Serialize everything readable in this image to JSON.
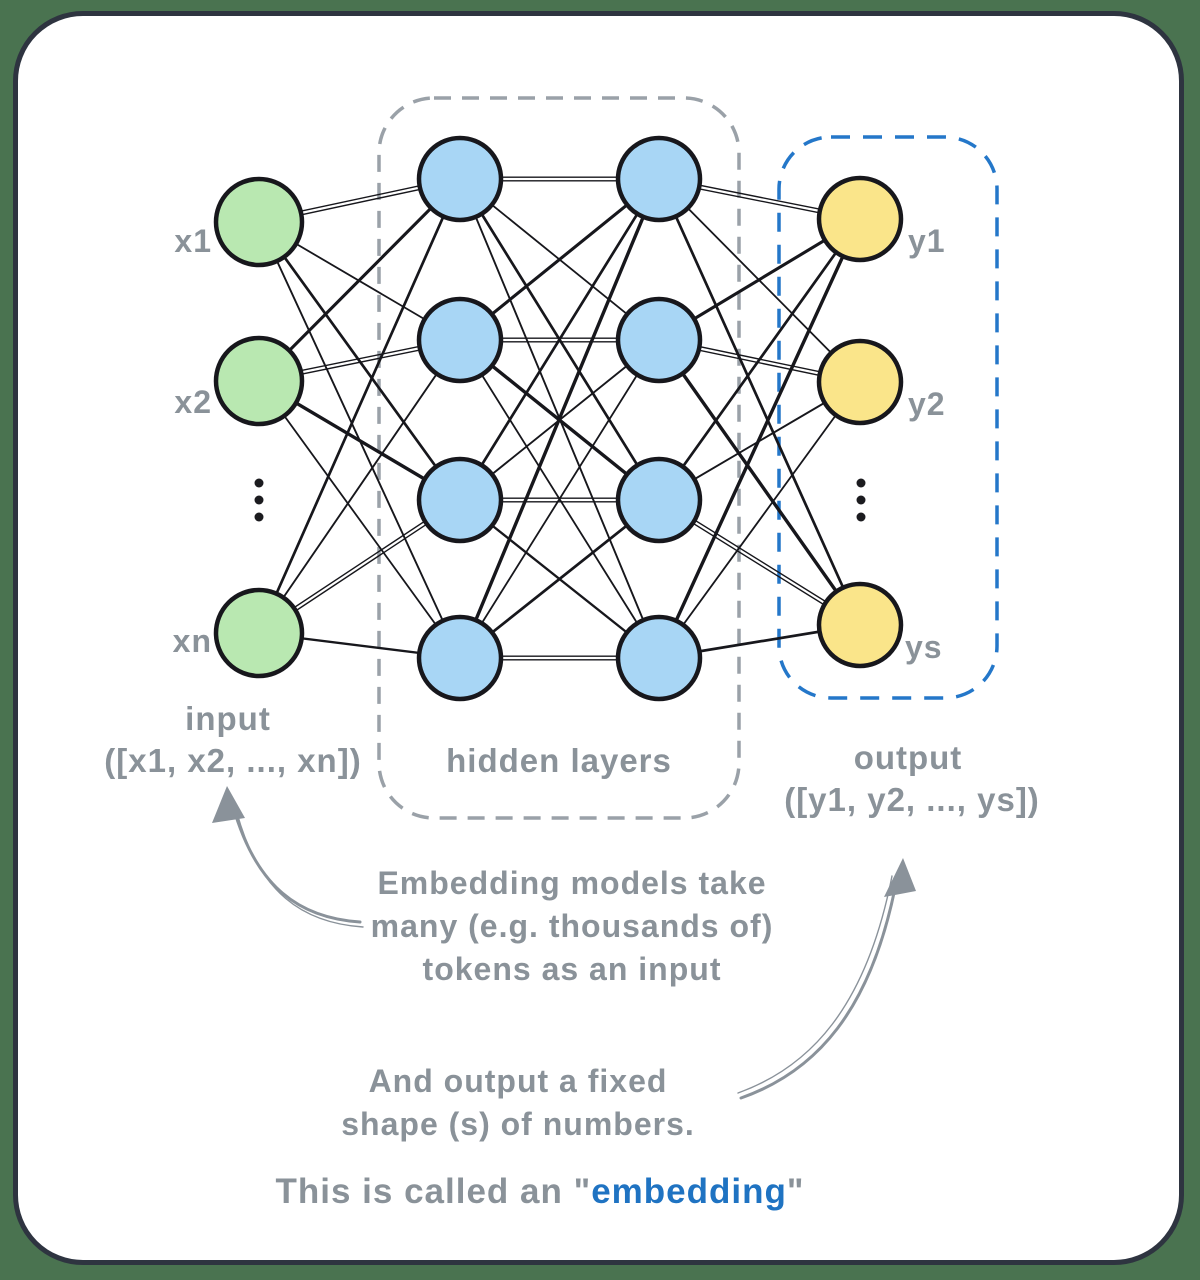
{
  "colors": {
    "background": "#4a7350",
    "card_border": "#2e3440",
    "card_fill": "#ffffff",
    "input_node": "#b9e8b1",
    "hidden_node": "#a8d6f5",
    "output_node": "#fae58a",
    "edge": "#17171c",
    "gray_dashed": "#9aa1a8",
    "blue_dashed": "#2477c9",
    "gray_text": "#8a9299",
    "accent_blue": "#1f73c2"
  },
  "network": {
    "input_labels": [
      "x1",
      "x2",
      "xn"
    ],
    "output_labels": [
      "y1",
      "y2",
      "ys"
    ]
  },
  "sections": {
    "input_title": "input",
    "input_array": "([x1, x2, ..., xn])",
    "hidden_title": "hidden layers",
    "output_title": "output",
    "output_array": "([y1, y2, ..., ys])"
  },
  "annotations": {
    "input_note": {
      "line1": "Embedding models take",
      "line2": "many (e.g. thousands of)",
      "line3": "tokens as an input"
    },
    "output_note": {
      "line1": "And output a fixed",
      "line2": "shape (s) of numbers."
    },
    "caption": {
      "prefix": "This is called an ",
      "quote_open": "\"",
      "highlight": "embedding",
      "quote_close": "\""
    }
  }
}
